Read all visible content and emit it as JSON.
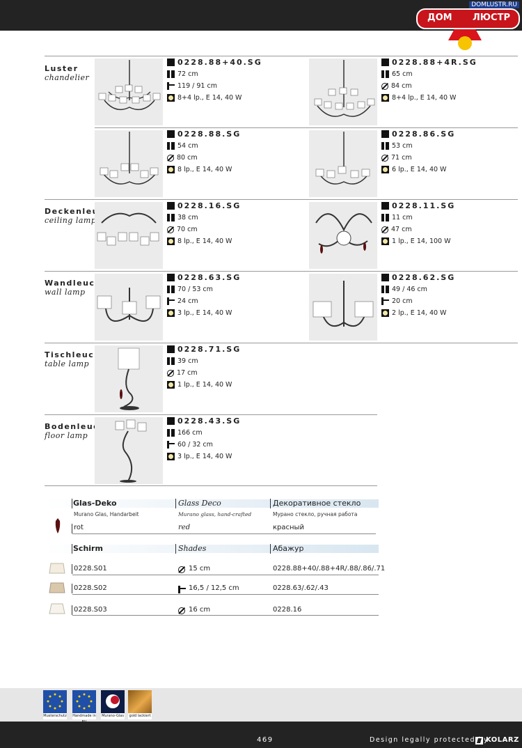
{
  "header": {
    "logo_site": "DOMLUSTR.RU",
    "logo_left": "ДОМ",
    "logo_right": "ЛЮСТР"
  },
  "categories": [
    {
      "de": "Luster",
      "en": "chandelier"
    },
    {
      "de": "Deckenleuchte",
      "en": "ceiling lamp"
    },
    {
      "de": "Wandleuchte",
      "en": "wall lamp"
    },
    {
      "de": "Tischleuchte",
      "en": "table lamp"
    },
    {
      "de": "Bodenleuchte",
      "en": "floor lamp"
    }
  ],
  "products": [
    {
      "code": "0228.88+40.SG",
      "h": "72 cm",
      "dim2": "119 / 91 cm",
      "dim2_icon": "width-icon",
      "bulbs": "8+4  lp., E 14, 40 W"
    },
    {
      "code": "0228.88+4R.SG",
      "h": "65 cm",
      "dim2": "84 cm",
      "dim2_icon": "diameter-icon",
      "bulbs": "8+4  lp., E 14, 40 W"
    },
    {
      "code": "0228.88.SG",
      "h": "54 cm",
      "dim2": "80 cm",
      "dim2_icon": "diameter-icon",
      "bulbs": "8  lp., E 14, 40 W"
    },
    {
      "code": "0228.86.SG",
      "h": "53 cm",
      "dim2": "71 cm",
      "dim2_icon": "diameter-icon",
      "bulbs": "6  lp., E 14, 40 W"
    },
    {
      "code": "0228.16.SG",
      "h": "38 cm",
      "dim2": "70 cm",
      "dim2_icon": "diameter-icon",
      "bulbs": "8  lp., E 14, 40 W"
    },
    {
      "code": "0228.11.SG",
      "h": "11 cm",
      "dim2": "47 cm",
      "dim2_icon": "diameter-icon",
      "bulbs": "1  lp., E 14, 100 W"
    },
    {
      "code": "0228.63.SG",
      "h": "70 / 53 cm",
      "dim2": "24 cm",
      "dim2_icon": "width-icon",
      "bulbs": "3  lp., E 14, 40 W"
    },
    {
      "code": "0228.62.SG",
      "h": "49 / 46 cm",
      "dim2": "20 cm",
      "dim2_icon": "width-icon",
      "bulbs": "2  lp., E 14, 40 W"
    },
    {
      "code": "0228.71.SG",
      "h": "39 cm",
      "dim2": "17 cm",
      "dim2_icon": "diameter-icon",
      "bulbs": "1  lp., E 14, 40 W"
    },
    {
      "code": "0228.43.SG",
      "h": "166 cm",
      "dim2": "60 / 32 cm",
      "dim2_icon": "width-icon",
      "bulbs": "3  lp., E 14, 40 W"
    }
  ],
  "glass": {
    "head_de": "Glas-Deko",
    "head_en": "Glass Deco",
    "head_ru": "Декоративное стекло",
    "sub_de": "Murano Glas, Handarbeit",
    "sub_en": "Murano glass, hand-crafted",
    "sub_ru": "Мурано стекло, ручная работа",
    "val_de": "rot",
    "val_en": "red",
    "val_ru": "красный"
  },
  "shades": {
    "head_de": "Schirm",
    "head_en": "Shades",
    "head_ru": "Абажур",
    "rows": [
      {
        "code": "0228.S01",
        "size": "15 cm",
        "size_icon": "diameter-icon",
        "fits": "0228.88+40/.88+4R/.88/.86/.71"
      },
      {
        "code": "0228.S02",
        "size": "16,5 / 12,5 cm",
        "size_icon": "width-icon",
        "fits": "0228.63/.62/.43"
      },
      {
        "code": "0228.S03",
        "size": "16 cm",
        "size_icon": "diameter-icon",
        "fits": "0228.16"
      }
    ]
  },
  "badges": [
    {
      "label": "Musterschutz"
    },
    {
      "label": "Handmade in EU"
    },
    {
      "label": "Murano-Glas"
    },
    {
      "label": "gold lackiert"
    }
  ],
  "footer": {
    "page_number": "469",
    "protected": "Design legally protected by",
    "brand": "KOLARZ"
  }
}
